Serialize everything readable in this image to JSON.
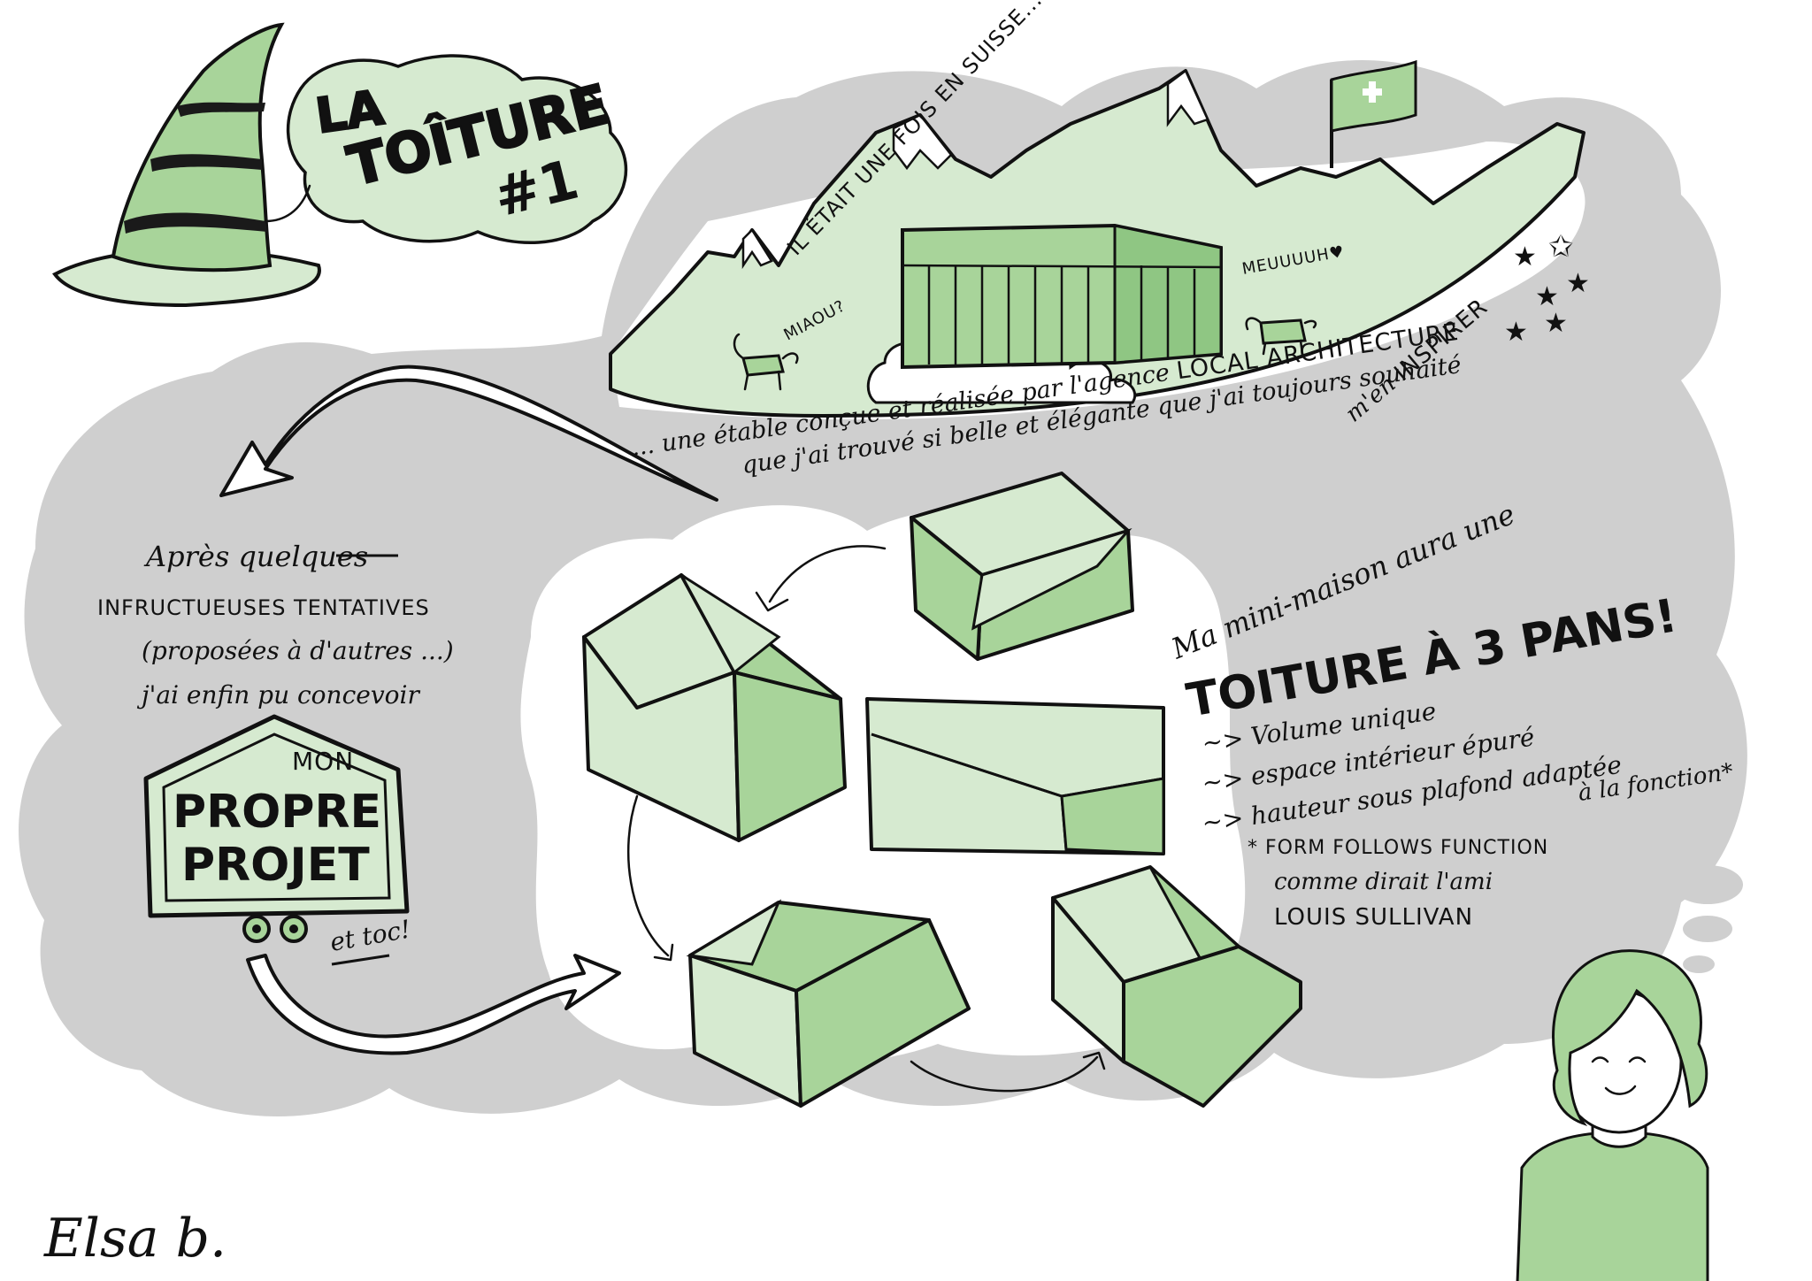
{
  "title": {
    "line1": "LA",
    "line2": "TOÎTURE",
    "line3": "#1"
  },
  "story": {
    "mountain_caption": "IL ÉTAIT UNE FOIS EN SUISSE...",
    "cat_sound": "MIAOU?",
    "cow_sound": "MEUUUUH♥",
    "line1": "... une étable conçue et réalisée par l'agence",
    "agency": "LOCAL ARCHITECTURE",
    "line2": "que j'ai trouvé si belle et élégante que j'ai toujours souhaité",
    "line3": "m'en",
    "inspire": "INSPIRER"
  },
  "left": {
    "line1": "Après quelques",
    "line2": "INFRUCTUEUSES TENTATIVES",
    "line3": "(proposées à d'autres ...)",
    "line4": "j'ai enfin pu concevoir",
    "sign_top": "MON",
    "sign_mid": "PROPRE",
    "sign_bot": "PROJET",
    "et_toc": "et toc!"
  },
  "right": {
    "intro": "Ma mini-maison aura une",
    "roof_big": "TOITURE À 3 PANS!",
    "bullet1": "~> Volume unique",
    "bullet2": "~> espace intérieur épuré",
    "bullet3": "~> hauteur sous plafond adaptée",
    "bullet3b": "à la fonction*",
    "quote": "* FORM FOLLOWS FUNCTION",
    "quote2": "comme dirait l'ami",
    "quote3": "LOUIS SULLIVAN"
  },
  "signature": "Elsa b.",
  "colors": {
    "green_light": "#d6ead0",
    "green_mid": "#a8d49a",
    "green_dark": "#8fc683",
    "gray_blob": "#cfcfcf",
    "ink": "#111111"
  },
  "icons": {
    "hat": "wizard-hat-icon",
    "flag": "swiss-flag-icon",
    "cat": "cat-icon",
    "cow": "cow-icon",
    "woman": "woman-portrait-icon"
  }
}
